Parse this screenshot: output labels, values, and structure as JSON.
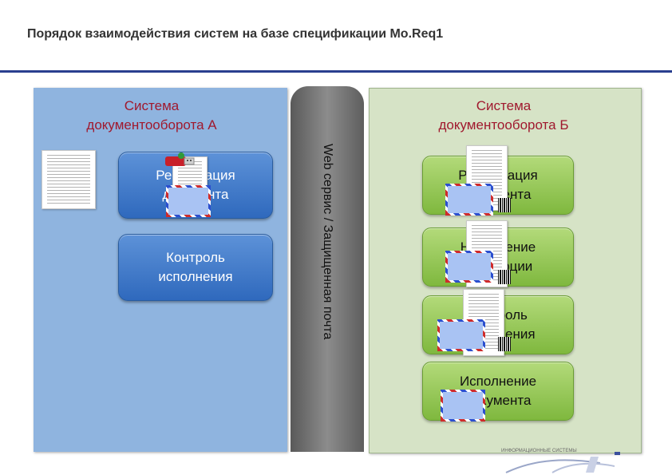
{
  "slide": {
    "title": "Порядок взаимодействия систем на базе спецификации Mo.Req1"
  },
  "system_a": {
    "title": "Система\nдокументооборота А",
    "buttons": [
      {
        "label": "Регистрация\nдокумента",
        "visible_text": "Регистрация\nдокумента"
      },
      {
        "label": "Контроль\nисполнения"
      }
    ]
  },
  "transport": {
    "label": "Web сервис / Защищенная почта"
  },
  "system_b": {
    "title": "Система\nдокументооборота Б",
    "buttons": [
      {
        "label": "Регистрация\nдокумента"
      },
      {
        "label": "Назначение\nрезолюции"
      },
      {
        "label": "Контроль\nисполнения"
      },
      {
        "label": "Исполнение\nдокумента"
      }
    ]
  },
  "footer": {
    "logo_caption": "ИНФОРМАЦИОННЫЕ СИСТЕМЫ"
  },
  "colors": {
    "header_rule": "#2a3f8f",
    "system_title": "#a0192e",
    "panel_a": "#8fb4df",
    "panel_b": "#d6e3c6",
    "button_blue": "#2f69bd",
    "button_green": "#7fb83e"
  },
  "icons": [
    "document-icon",
    "envelope-icon",
    "usb-flash-icon",
    "barcode-icon"
  ]
}
